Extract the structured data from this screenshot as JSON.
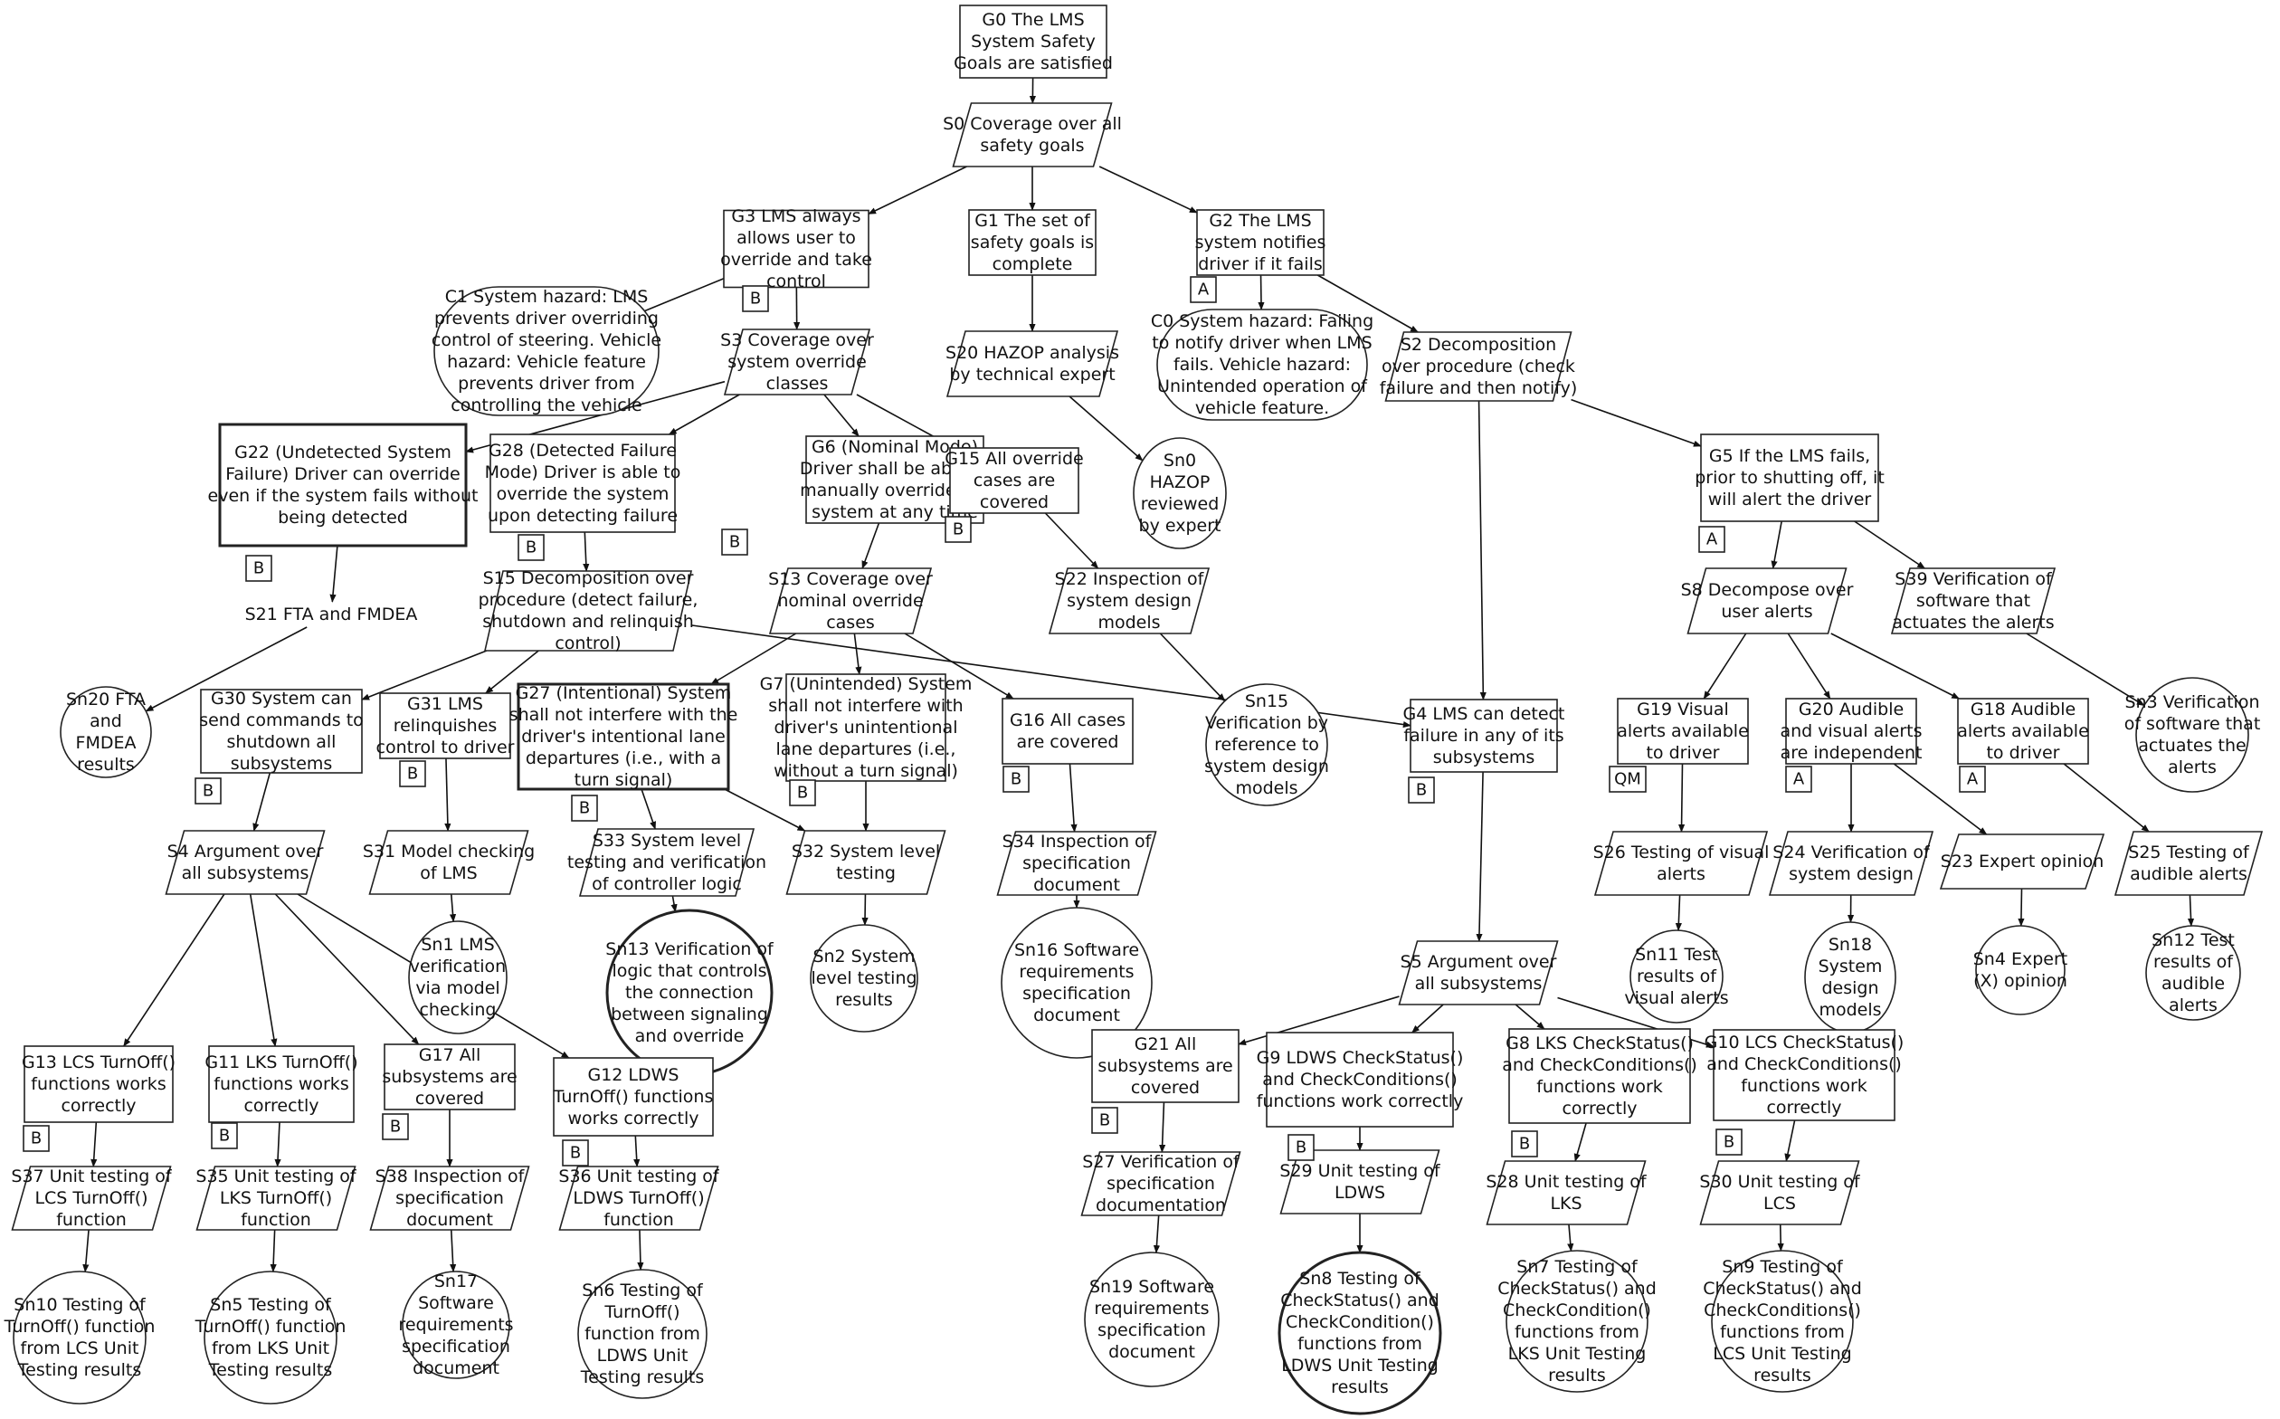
{
  "nodes": [
    {
      "id": "G0",
      "kind": "goal",
      "lines": [
        "G0 The LMS",
        "System Safety",
        "Goals are satisfied"
      ]
    },
    {
      "id": "S0",
      "kind": "strategy",
      "lines": [
        "S0 Coverage over all",
        "safety goals"
      ]
    },
    {
      "id": "G3",
      "kind": "goal",
      "lines": [
        "G3 LMS always",
        "allows user to",
        "override and take",
        "control"
      ]
    },
    {
      "id": "G1",
      "kind": "goal",
      "lines": [
        "G1 The set of",
        "safety goals is",
        "complete"
      ]
    },
    {
      "id": "G2",
      "kind": "goal",
      "lines": [
        "G2 The LMS",
        "system notifies",
        "driver if it fails"
      ]
    },
    {
      "id": "C1",
      "kind": "context",
      "lines": [
        "C1 System hazard: LMS",
        "prevents driver overriding",
        "control of steering. Vehicle",
        "hazard: Vehicle feature",
        "prevents driver from",
        "controlling the vehicle"
      ]
    },
    {
      "id": "S3",
      "kind": "strategy",
      "lines": [
        "S3 Coverage over",
        "system override",
        "classes"
      ]
    },
    {
      "id": "S20",
      "kind": "strategy",
      "lines": [
        "S20 HAZOP analysis",
        "by technical expert"
      ]
    },
    {
      "id": "C0",
      "kind": "context",
      "lines": [
        "C0 System hazard: Failing",
        "to notify driver when LMS",
        "fails. Vehicle hazard:",
        "Unintended operation of",
        "vehicle feature."
      ]
    },
    {
      "id": "S2",
      "kind": "strategy",
      "lines": [
        "S2 Decomposition",
        "over procedure (check",
        "failure and then notify)"
      ]
    },
    {
      "id": "G22",
      "kind": "goal",
      "bold": true,
      "lines": [
        "G22 (Undetected System",
        "Failure) Driver can override",
        "even if the system fails without",
        "being detected"
      ]
    },
    {
      "id": "G28",
      "kind": "goal",
      "lines": [
        "G28 (Detected Failure",
        "Mode) Driver is able to",
        "override the system",
        "upon detecting failure"
      ]
    },
    {
      "id": "G6",
      "kind": "goal",
      "lines": [
        "G6 (Nominal Mode)",
        "Driver shall be able to",
        "manually override the",
        "system at any time"
      ]
    },
    {
      "id": "G15",
      "kind": "goal",
      "lines": [
        "G15 All override",
        "cases are",
        "covered"
      ]
    },
    {
      "id": "Sn0",
      "kind": "solution",
      "lines": [
        "Sn0",
        "HAZOP",
        "reviewed",
        "by expert"
      ]
    },
    {
      "id": "G5",
      "kind": "goal",
      "lines": [
        "G5 If the LMS fails,",
        "prior to shutting off, it",
        "will alert the driver"
      ]
    },
    {
      "id": "S21",
      "kind": "text",
      "lines": [
        "S21 FTA and FMDEA"
      ]
    },
    {
      "id": "S15",
      "kind": "strategy",
      "lines": [
        "S15 Decomposition over",
        "procedure (detect failure,",
        "shutdown and relinquish",
        "control)"
      ]
    },
    {
      "id": "S13",
      "kind": "strategy",
      "lines": [
        "S13 Coverage over",
        "nominal override",
        "cases"
      ]
    },
    {
      "id": "S22",
      "kind": "strategy",
      "lines": [
        "S22 Inspection of",
        "system design",
        "models"
      ]
    },
    {
      "id": "S8",
      "kind": "strategy",
      "lines": [
        "S8 Decompose over",
        "user alerts"
      ]
    },
    {
      "id": "S39",
      "kind": "strategy",
      "lines": [
        "S39 Verification of",
        "software that",
        "actuates the alerts"
      ]
    },
    {
      "id": "Sn20",
      "kind": "solution",
      "lines": [
        "Sn20 FTA",
        "and",
        "FMDEA",
        "results"
      ]
    },
    {
      "id": "G30",
      "kind": "goal",
      "lines": [
        "G30 System can",
        "send commands to",
        "shutdown all",
        "subsystems"
      ]
    },
    {
      "id": "G31",
      "kind": "goal",
      "lines": [
        "G31 LMS",
        "relinquishes",
        "control to driver"
      ]
    },
    {
      "id": "G27",
      "kind": "goal",
      "bold": true,
      "lines": [
        "G27 (Intentional) System",
        "shall not interfere with the",
        "driver's intentional lane",
        "departures (i.e., with a",
        "turn signal)"
      ]
    },
    {
      "id": "G7",
      "kind": "goal",
      "lines": [
        "G7 (Unintended) System",
        "shall not interfere with",
        "driver's unintentional",
        "lane departures (i.e.,",
        "without a turn signal)"
      ]
    },
    {
      "id": "G16",
      "kind": "goal",
      "lines": [
        "G16 All cases",
        "are covered"
      ]
    },
    {
      "id": "Sn15",
      "kind": "solution",
      "lines": [
        "Sn15",
        "Verification by",
        "reference to",
        "system design",
        "models"
      ]
    },
    {
      "id": "G4",
      "kind": "goal",
      "lines": [
        "G4 LMS can detect",
        "failure in any of its",
        "subsystems"
      ]
    },
    {
      "id": "G19",
      "kind": "goal",
      "lines": [
        "G19 Visual",
        "alerts available",
        "to driver"
      ]
    },
    {
      "id": "G20",
      "kind": "goal",
      "lines": [
        "G20 Audible",
        "and visual alerts",
        "are independent"
      ]
    },
    {
      "id": "G18",
      "kind": "goal",
      "lines": [
        "G18 Audible",
        "alerts available",
        "to driver"
      ]
    },
    {
      "id": "Sn3",
      "kind": "solution",
      "lines": [
        "Sn3 Verification",
        "of software that",
        "actuates the",
        "alerts"
      ]
    },
    {
      "id": "S4",
      "kind": "strategy",
      "lines": [
        "S4 Argument over",
        "all subsystems"
      ]
    },
    {
      "id": "S31",
      "kind": "strategy",
      "lines": [
        "S31 Model checking",
        "of LMS"
      ]
    },
    {
      "id": "S33",
      "kind": "strategy",
      "lines": [
        "S33 System level",
        "testing and verification",
        "of controller logic"
      ]
    },
    {
      "id": "S32",
      "kind": "strategy",
      "lines": [
        "S32 System level",
        "testing"
      ]
    },
    {
      "id": "S34",
      "kind": "strategy",
      "lines": [
        "S34 Inspection of",
        "specification",
        "document"
      ]
    },
    {
      "id": "S26",
      "kind": "strategy",
      "lines": [
        "S26 Testing of visual",
        "alerts"
      ]
    },
    {
      "id": "S24",
      "kind": "strategy",
      "lines": [
        "S24 Verification of",
        "system design"
      ]
    },
    {
      "id": "S23",
      "kind": "strategy",
      "lines": [
        "S23 Expert opinion"
      ]
    },
    {
      "id": "S25",
      "kind": "strategy",
      "lines": [
        "S25 Testing of",
        "audible alerts"
      ]
    },
    {
      "id": "Sn1",
      "kind": "solution",
      "lines": [
        "Sn1 LMS",
        "verification",
        "via model",
        "checking"
      ]
    },
    {
      "id": "Sn13",
      "kind": "solution",
      "bold": true,
      "lines": [
        "Sn13 Verification of",
        "logic that controls",
        "the connection",
        "between signaling",
        "and override"
      ]
    },
    {
      "id": "Sn2",
      "kind": "solution",
      "lines": [
        "Sn2 System",
        "level testing",
        "results"
      ]
    },
    {
      "id": "Sn16",
      "kind": "solution",
      "lines": [
        "Sn16 Software",
        "requirements",
        "specification",
        "document"
      ]
    },
    {
      "id": "S5",
      "kind": "strategy",
      "lines": [
        "S5 Argument over",
        "all subsystems"
      ]
    },
    {
      "id": "Sn11",
      "kind": "solution",
      "lines": [
        "Sn11 Test",
        "results of",
        "visual alerts"
      ]
    },
    {
      "id": "Sn18",
      "kind": "solution",
      "lines": [
        "Sn18",
        "System",
        "design",
        "models"
      ]
    },
    {
      "id": "Sn4",
      "kind": "solution",
      "lines": [
        "Sn4 Expert",
        "(X) opinion"
      ]
    },
    {
      "id": "Sn12",
      "kind": "solution",
      "lines": [
        "Sn12 Test",
        "results of",
        "audible",
        "alerts"
      ]
    },
    {
      "id": "G13",
      "kind": "goal",
      "lines": [
        "G13 LCS TurnOff()",
        "functions works",
        "correctly"
      ]
    },
    {
      "id": "G11",
      "kind": "goal",
      "lines": [
        "G11 LKS TurnOff()",
        "functions works",
        "correctly"
      ]
    },
    {
      "id": "G17",
      "kind": "goal",
      "lines": [
        "G17 All",
        "subsystems are",
        "covered"
      ]
    },
    {
      "id": "G12",
      "kind": "goal",
      "lines": [
        "G12 LDWS",
        "TurnOff() functions",
        "works correctly"
      ]
    },
    {
      "id": "G21",
      "kind": "goal",
      "lines": [
        "G21 All",
        "subsystems are",
        "covered"
      ]
    },
    {
      "id": "G9",
      "kind": "goal",
      "lines": [
        "G9 LDWS CheckStatus()",
        "and CheckConditions()",
        "functions work correctly"
      ]
    },
    {
      "id": "G8",
      "kind": "goal",
      "lines": [
        "G8 LKS CheckStatus()",
        "and CheckConditions()",
        "functions work",
        "correctly"
      ]
    },
    {
      "id": "G10",
      "kind": "goal",
      "lines": [
        "G10 LCS CheckStatus()",
        "and CheckConditions()",
        "functions work",
        "correctly"
      ]
    },
    {
      "id": "S37",
      "kind": "strategy",
      "lines": [
        "S37 Unit testing of",
        "LCS TurnOff()",
        "function"
      ]
    },
    {
      "id": "S35",
      "kind": "strategy",
      "lines": [
        "S35 Unit testing of",
        "LKS TurnOff()",
        "function"
      ]
    },
    {
      "id": "S38",
      "kind": "strategy",
      "lines": [
        "S38 Inspection of",
        "specification",
        "document"
      ]
    },
    {
      "id": "S36",
      "kind": "strategy",
      "lines": [
        "S36 Unit testing of",
        "LDWS TurnOff()",
        "function"
      ]
    },
    {
      "id": "S27",
      "kind": "strategy",
      "lines": [
        "S27 Verification of",
        "specification",
        "documentation"
      ]
    },
    {
      "id": "S29",
      "kind": "strategy",
      "lines": [
        "S29 Unit testing of",
        "LDWS"
      ]
    },
    {
      "id": "S28",
      "kind": "strategy",
      "lines": [
        "S28 Unit testing of",
        "LKS"
      ]
    },
    {
      "id": "S30",
      "kind": "strategy",
      "lines": [
        "S30 Unit testing of",
        "LCS"
      ]
    },
    {
      "id": "Sn10",
      "kind": "solution",
      "lines": [
        "Sn10 Testing of",
        "TurnOff() function",
        "from LCS Unit",
        "Testing results"
      ]
    },
    {
      "id": "Sn5",
      "kind": "solution",
      "lines": [
        "Sn5 Testing of",
        "TurnOff() function",
        "from LKS Unit",
        "Testing results"
      ]
    },
    {
      "id": "Sn17",
      "kind": "solution",
      "lines": [
        "Sn17",
        "Software",
        "requirements",
        "specification",
        "document"
      ]
    },
    {
      "id": "Sn6",
      "kind": "solution",
      "lines": [
        "Sn6 Testing of",
        "TurnOff()",
        "function from",
        "LDWS Unit",
        "Testing results"
      ]
    },
    {
      "id": "Sn19",
      "kind": "solution",
      "lines": [
        "Sn19 Software",
        "requirements",
        "specification",
        "document"
      ]
    },
    {
      "id": "Sn8",
      "kind": "solution",
      "bold": true,
      "lines": [
        "Sn8 Testing of",
        "CheckStatus() and",
        "CheckCondition()",
        "functions from",
        "LDWS Unit Testing",
        "results"
      ]
    },
    {
      "id": "Sn7",
      "kind": "solution",
      "lines": [
        "Sn7 Testing of",
        "CheckStatus() and",
        "CheckCondition()",
        "functions from",
        "LKS Unit Testing",
        "results"
      ]
    },
    {
      "id": "Sn9",
      "kind": "solution",
      "lines": [
        "Sn9 Testing of",
        "CheckStatus() and",
        "CheckConditions()",
        "functions from",
        "LCS Unit Testing",
        "results"
      ]
    }
  ],
  "tags": [
    {
      "of": "G3",
      "label": "B"
    },
    {
      "of": "G2",
      "label": "A"
    },
    {
      "of": "G22",
      "label": "B"
    },
    {
      "of": "G28",
      "label": "B"
    },
    {
      "of": "G6",
      "label": "B"
    },
    {
      "of": "G15",
      "label": "B"
    },
    {
      "of": "G5",
      "label": "A"
    },
    {
      "of": "G30",
      "label": "B"
    },
    {
      "of": "G31",
      "label": "B"
    },
    {
      "of": "G27",
      "label": "B"
    },
    {
      "of": "G7",
      "label": "B"
    },
    {
      "of": "G16",
      "label": "B"
    },
    {
      "of": "G4",
      "label": "B"
    },
    {
      "of": "G19",
      "label": "QM"
    },
    {
      "of": "G20",
      "label": "A"
    },
    {
      "of": "G18",
      "label": "A"
    },
    {
      "of": "G13",
      "label": "B"
    },
    {
      "of": "G11",
      "label": "B"
    },
    {
      "of": "G17",
      "label": "B"
    },
    {
      "of": "G12",
      "label": "B"
    },
    {
      "of": "G21",
      "label": "B"
    },
    {
      "of": "G9",
      "label": "B"
    },
    {
      "of": "G8",
      "label": "B"
    },
    {
      "of": "G10",
      "label": "B"
    }
  ],
  "edges": [
    [
      "G0",
      "S0"
    ],
    [
      "S0",
      "G3"
    ],
    [
      "S0",
      "G1"
    ],
    [
      "S0",
      "G2"
    ],
    [
      "G3",
      "C1"
    ],
    [
      "G3",
      "S3"
    ],
    [
      "G1",
      "S20"
    ],
    [
      "G2",
      "C0"
    ],
    [
      "G2",
      "S2"
    ],
    [
      "S3",
      "G22"
    ],
    [
      "S3",
      "G28"
    ],
    [
      "S3",
      "G6"
    ],
    [
      "S3",
      "G15"
    ],
    [
      "S20",
      "Sn0"
    ],
    [
      "S2",
      "G5"
    ],
    [
      "S2",
      "G4"
    ],
    [
      "G22",
      "S21"
    ],
    [
      "G28",
      "S15"
    ],
    [
      "G6",
      "S13"
    ],
    [
      "G15",
      "S22"
    ],
    [
      "G5",
      "S8"
    ],
    [
      "G5",
      "S39"
    ],
    [
      "S21",
      "Sn20"
    ],
    [
      "S15",
      "G30"
    ],
    [
      "S15",
      "G31"
    ],
    [
      "S15",
      "G4"
    ],
    [
      "S13",
      "G27"
    ],
    [
      "S13",
      "G7"
    ],
    [
      "S13",
      "G16"
    ],
    [
      "S22",
      "Sn15"
    ],
    [
      "S8",
      "G19"
    ],
    [
      "S8",
      "G20"
    ],
    [
      "S8",
      "G18"
    ],
    [
      "S39",
      "Sn3"
    ],
    [
      "G30",
      "S4"
    ],
    [
      "G31",
      "S31"
    ],
    [
      "G27",
      "S33"
    ],
    [
      "G27",
      "S32"
    ],
    [
      "G7",
      "S32"
    ],
    [
      "G16",
      "S34"
    ],
    [
      "G4",
      "S5"
    ],
    [
      "G19",
      "S26"
    ],
    [
      "G20",
      "S24"
    ],
    [
      "G20",
      "S23"
    ],
    [
      "G18",
      "S25"
    ],
    [
      "S31",
      "Sn1"
    ],
    [
      "S33",
      "Sn13"
    ],
    [
      "S32",
      "Sn2"
    ],
    [
      "S34",
      "Sn16"
    ],
    [
      "S26",
      "Sn11"
    ],
    [
      "S24",
      "Sn18"
    ],
    [
      "S23",
      "Sn4"
    ],
    [
      "S25",
      "Sn12"
    ],
    [
      "S4",
      "G13"
    ],
    [
      "S4",
      "G11"
    ],
    [
      "S4",
      "G17"
    ],
    [
      "S4",
      "G12"
    ],
    [
      "S5",
      "G21"
    ],
    [
      "S5",
      "G9"
    ],
    [
      "S5",
      "G8"
    ],
    [
      "S5",
      "G10"
    ],
    [
      "G13",
      "S37"
    ],
    [
      "G11",
      "S35"
    ],
    [
      "G17",
      "S38"
    ],
    [
      "G12",
      "S36"
    ],
    [
      "G21",
      "S27"
    ],
    [
      "G9",
      "S29"
    ],
    [
      "G8",
      "S28"
    ],
    [
      "G10",
      "S30"
    ],
    [
      "S37",
      "Sn10"
    ],
    [
      "S35",
      "Sn5"
    ],
    [
      "S38",
      "Sn17"
    ],
    [
      "S36",
      "Sn6"
    ],
    [
      "S27",
      "Sn19"
    ],
    [
      "S29",
      "Sn8"
    ],
    [
      "S28",
      "Sn7"
    ],
    [
      "S30",
      "Sn9"
    ]
  ]
}
